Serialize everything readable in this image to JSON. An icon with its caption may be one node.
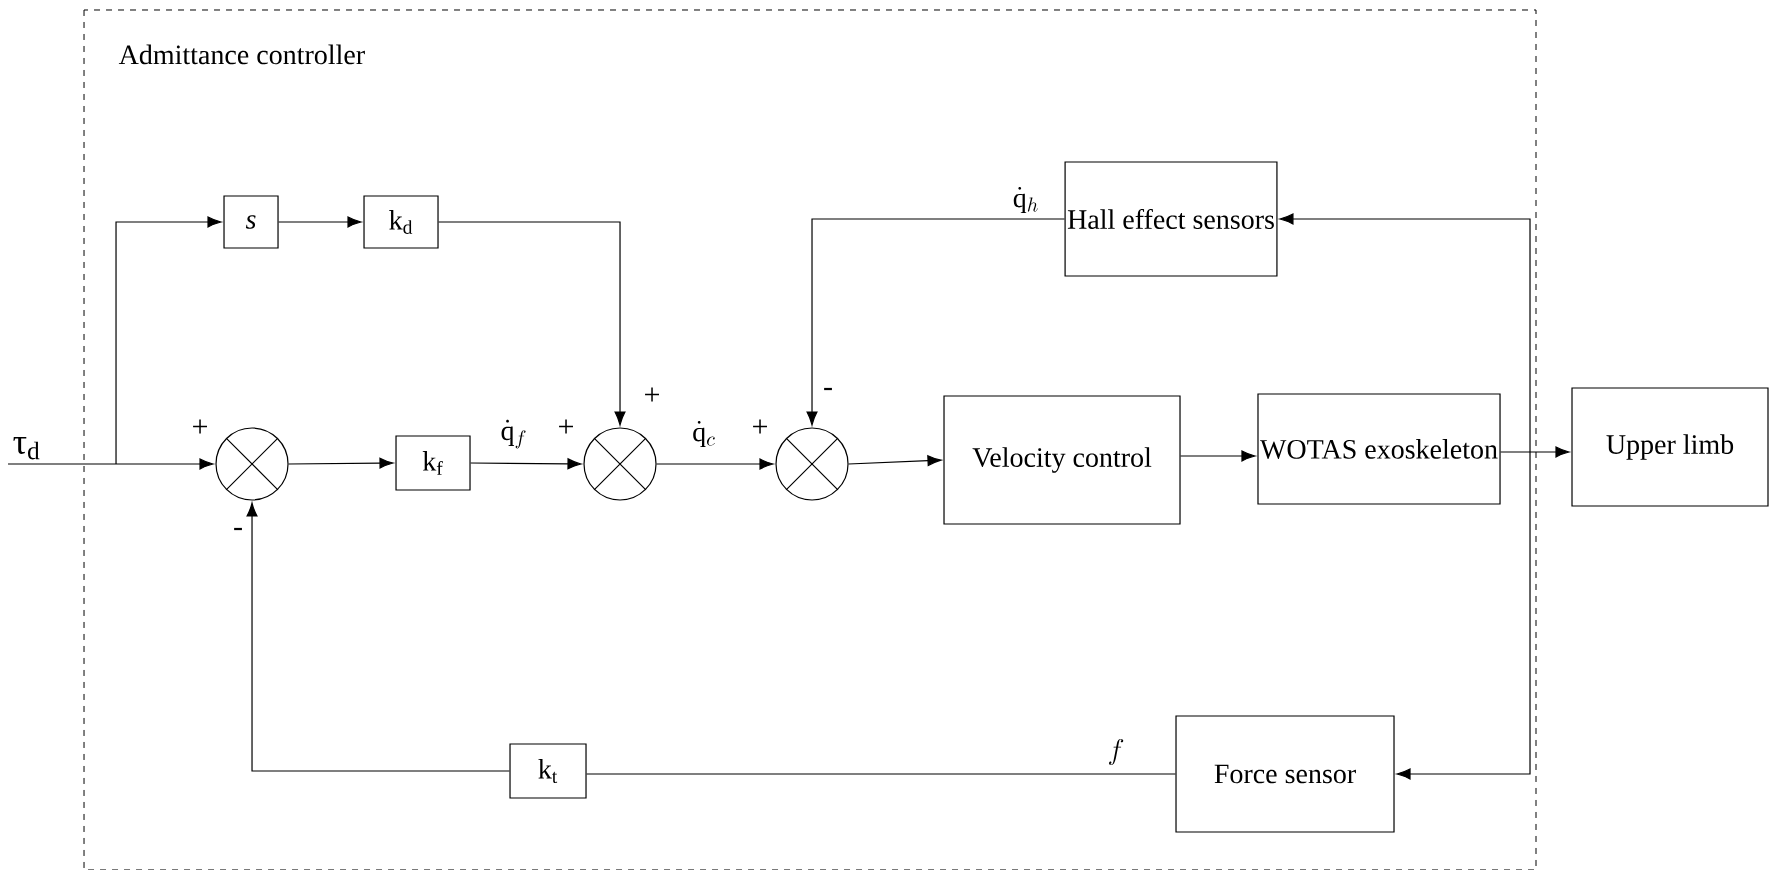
{
  "diagram": {
    "nodes": [
      {
        "text": [
          "Admittance controller"
        ]
      },
      {
        "text": [
          "s"
        ],
        "in": 0
      },
      {
        "text": [
          "k$_{d}$"
        ],
        "in": 0
      },
      {
        "text": [],
        "shape": "circle",
        "in": 0
      },
      {
        "text": [
          "k$_{f}$"
        ],
        "in": 0
      },
      {
        "text": [],
        "shape": "circle",
        "in": 0
      },
      {
        "text": [],
        "shape": "circle",
        "in": 0
      },
      {
        "text": [
          "Velocity control"
        ],
        "in": 0
      },
      {
        "text": [
          "WOTAS exoskeleton"
        ],
        "in": 0
      },
      {
        "text": [
          "Upper limb"
        ]
      },
      {
        "text": [
          "Hall effect sensors"
        ],
        "in": 0
      },
      {
        "text": [
          "Force sensor"
        ],
        "in": 0
      },
      {
        "text": [
          "k$_{t}$"
        ],
        "in": 0
      },
      {
        "text": [
          "τ$_{d}$"
        ]
      }
    ],
    "edges": [
      {
        "from": 13,
        "to": 3,
        "arrow": "to"
      },
      {
        "from": 13,
        "to": 1,
        "arrow": "to"
      },
      {
        "from": 1,
        "to": 2,
        "arrow": "to"
      },
      {
        "from": 2,
        "to": 5,
        "arrow": "to"
      },
      {
        "from": 3,
        "to": 4,
        "arrow": "to"
      },
      {
        "from": 4,
        "to": 5,
        "arrow": "to",
        "label": "\\dot{\\mathrm{q}}_{f}"
      },
      {
        "from": 5,
        "to": 6,
        "arrow": "to",
        "label": "\\dot{\\mathrm{q}}_{c}"
      },
      {
        "from": 6,
        "to": 7,
        "arrow": "to"
      },
      {
        "from": 7,
        "to": 8,
        "arrow": "to"
      },
      {
        "from": 8,
        "to": 9,
        "arrow": "to"
      },
      {
        "from": 8,
        "to": 10,
        "arrow": "to"
      },
      {
        "from": 8,
        "to": 11,
        "arrow": "to"
      },
      {
        "from": 10,
        "to": 6,
        "arrow": "to",
        "label": "\\dot{\\mathrm{q}}_{h}"
      },
      {
        "from": 11,
        "to": 12,
        "arrow": "none",
        "label": "f"
      },
      {
        "from": 12,
        "to": 3,
        "arrow": "to"
      }
    ],
    "labels": [
      "+",
      "-",
      "+",
      "+",
      "+",
      "-"
    ]
  }
}
